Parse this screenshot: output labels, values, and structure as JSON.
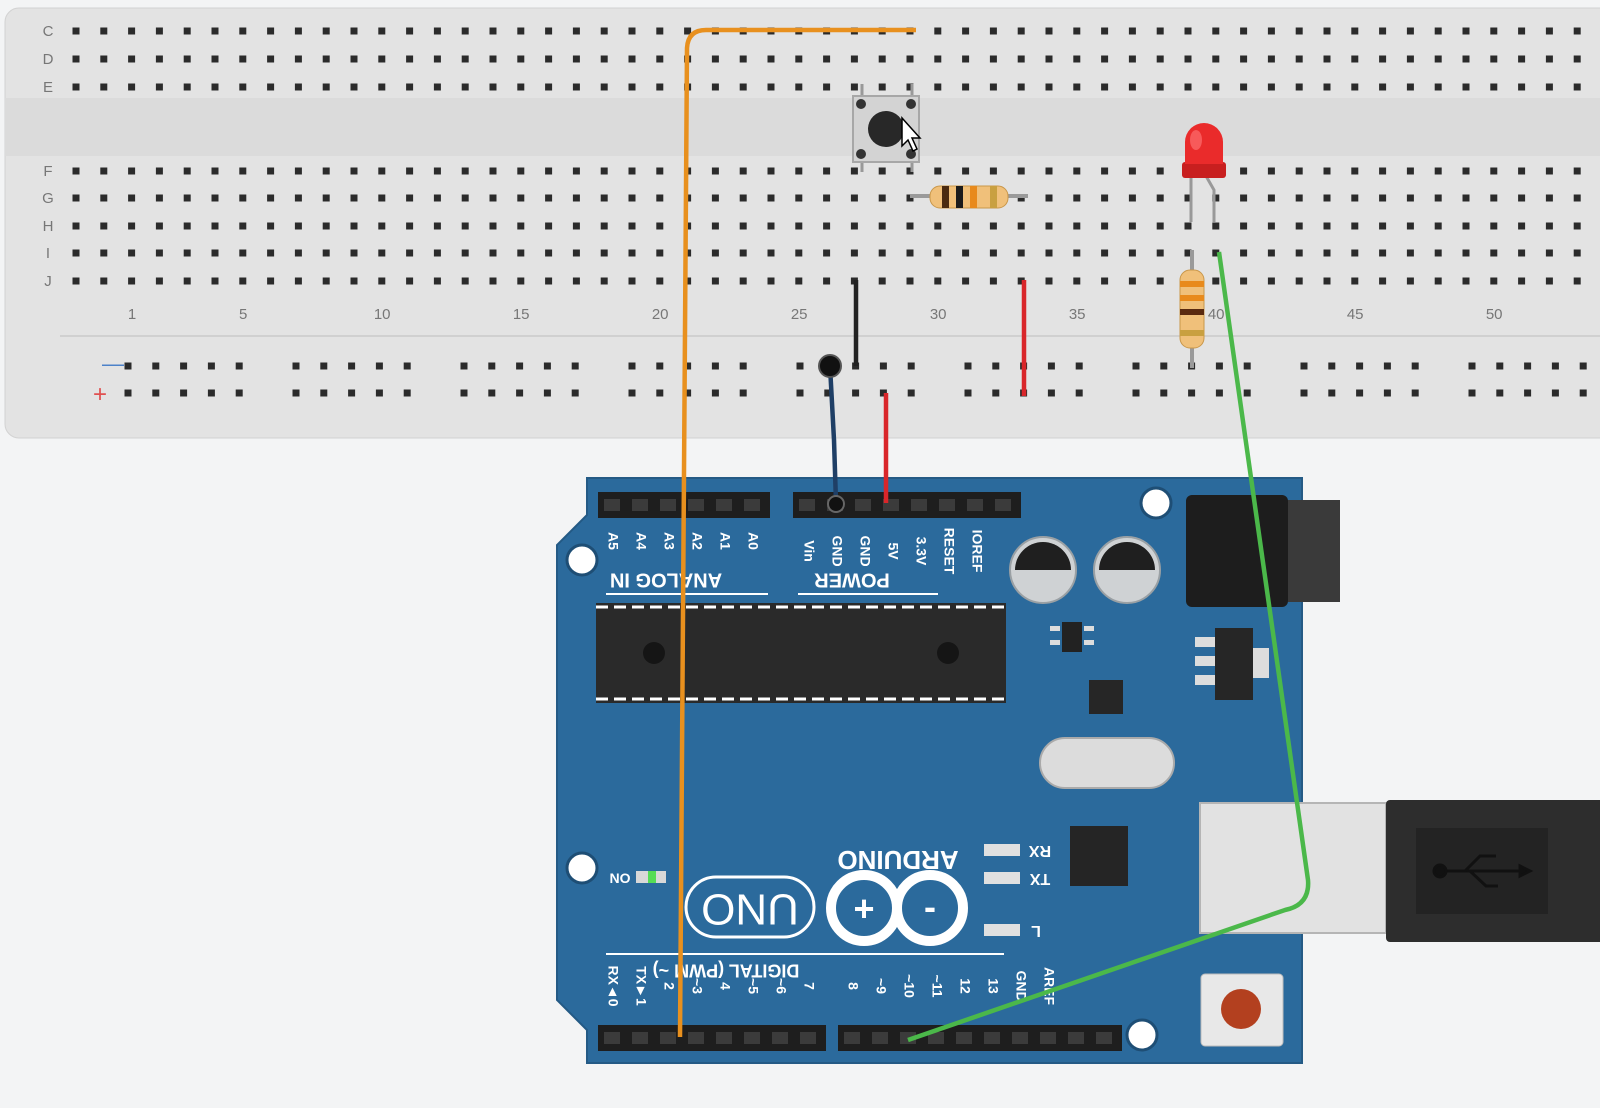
{
  "breadboard": {
    "row_letters_top": [
      "C",
      "D",
      "E"
    ],
    "row_letters_bottom": [
      "F",
      "G",
      "H",
      "I",
      "J"
    ],
    "column_numbers": [
      "1",
      "5",
      "10",
      "15",
      "20",
      "25",
      "30",
      "35",
      "40",
      "45",
      "50"
    ],
    "rail_minus": "—",
    "rail_plus": "+"
  },
  "arduino": {
    "brand": "ARDUINO",
    "model": "UNO",
    "on_label": "ON",
    "rx_label": "RX",
    "tx_label": "TX",
    "l_label": "L",
    "analog_header": "ANALOG IN",
    "power_header": "POWER",
    "digital_header": "DIGITAL (PWM ~)",
    "analog_pins": [
      "A5",
      "A4",
      "A3",
      "A2",
      "A1",
      "A0"
    ],
    "power_pins": [
      "Vin",
      "GND",
      "GND",
      "5V",
      "3.3V",
      "RESET",
      "IOREF"
    ],
    "digital_pins": [
      "RX◄0",
      "TX►1",
      "2",
      "~3",
      "4",
      "~5",
      "~6",
      "7",
      "8",
      "~9",
      "~10",
      "~11",
      "12",
      "13",
      "GND",
      "AREF"
    ]
  },
  "components": {
    "pushbutton": "pushbutton",
    "resistor_1": "resistor",
    "resistor_2": "resistor",
    "led": "red LED",
    "usb_cable": "usb-cable"
  },
  "colors": {
    "board_blue": "#2b6a9c",
    "wire_orange": "#e8901e",
    "wire_green": "#4bb84a",
    "wire_red": "#d9262a",
    "wire_black": "#222222",
    "wire_blue": "#1f3f66",
    "led_red": "#e82a2a"
  }
}
